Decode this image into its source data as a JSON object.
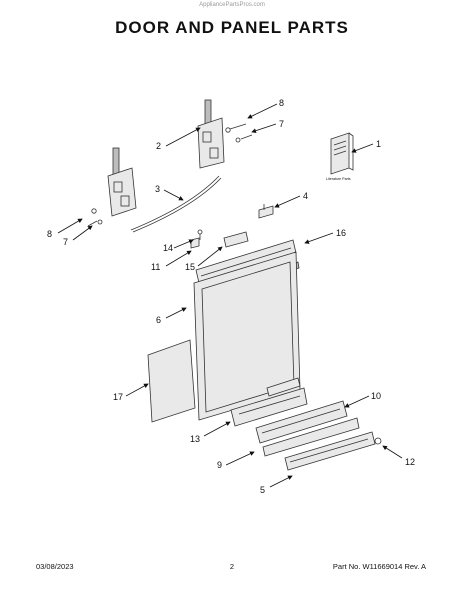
{
  "watermark": "AppliancePartsPros.com",
  "title": "DOOR AND PANEL PARTS",
  "literature_label": "Literature Parts",
  "footer": {
    "date": "03/08/2023",
    "page": "2",
    "part_number": "Part No. W11669014  Rev. A"
  },
  "callouts": [
    "1",
    "2",
    "3",
    "4",
    "5",
    "6",
    "7",
    "8",
    "9",
    "10",
    "11",
    "12",
    "13",
    "14",
    "15",
    "16",
    "17",
    "7",
    "8"
  ]
}
